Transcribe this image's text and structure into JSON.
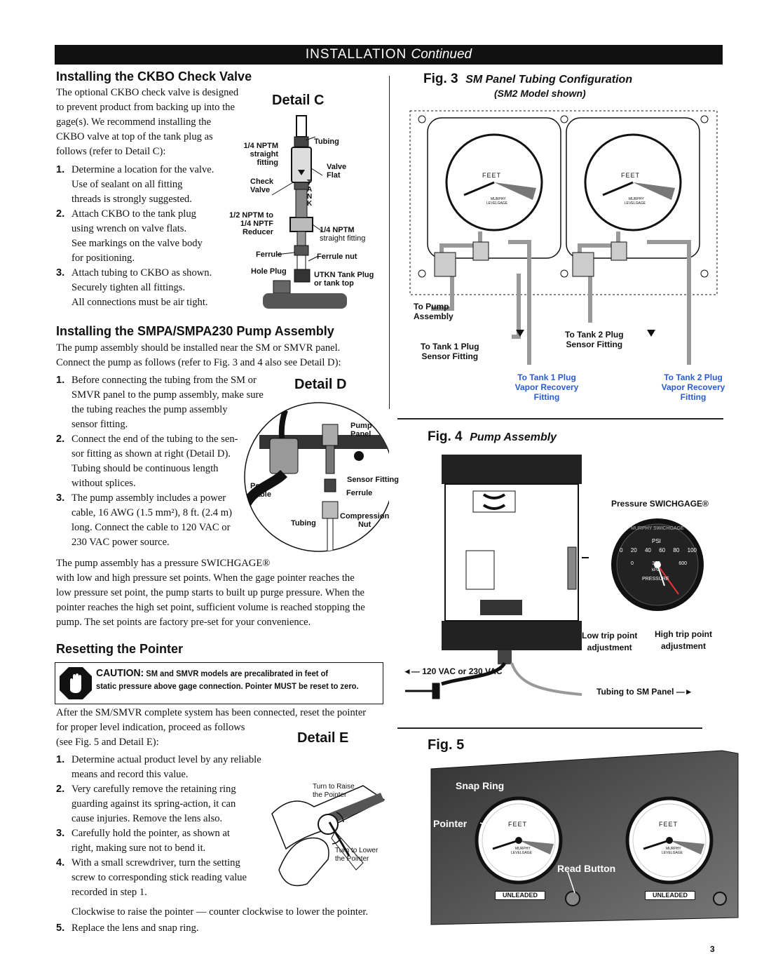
{
  "banner": {
    "main": "INSTALLATION",
    "cont": "Continued"
  },
  "ckbo": {
    "heading": "Installing the CKBO Check Valve",
    "intro": [
      "The optional CKBO check valve is designed",
      "to prevent product from backing up into the",
      "gage(s). We recommend installing the",
      "CKBO valve at top of the tank plug as",
      "follows (refer to Detail C):"
    ],
    "steps": [
      [
        "Determine a location for the valve.",
        "Use of sealant on all fitting",
        "threads is strongly suggested."
      ],
      [
        "Attach CKBO to the tank plug",
        "using wrench on valve flats.",
        "See markings on the valve body",
        "for positioning."
      ],
      [
        "Attach tubing to CKBO as shown.",
        "Securely tighten all fittings.",
        "All connections must be air tight."
      ]
    ]
  },
  "detail_c": {
    "title": "Detail C",
    "labels": {
      "tubing": "Tubing",
      "nptm": "1/4 NPTM",
      "straight": "straight",
      "fitting": "fitting",
      "valve": "Valve",
      "flat": "Flat",
      "check": "Check",
      "check_valve": "Valve",
      "tank": [
        "T",
        "A",
        "N",
        "K"
      ],
      "half_nptm": "1/2 NPTM to",
      "quarter_nptf": "1/4 NPTF",
      "reducer": "Reducer",
      "nptm2": "1/4 NPTM",
      "straight_fitting": "straight fitting",
      "ferrule": "Ferrule",
      "ferrule_nut": "Ferrule nut",
      "hole_plug": "Hole Plug",
      "utkn": "UTKN Tank Plug",
      "or_tank_top": "or tank top"
    }
  },
  "smpa": {
    "heading": "Installing the SMPA/SMPA230 Pump Assembly",
    "intro": [
      "The pump assembly should be installed near the SM or SMVR panel.",
      "Connect the pump as follows (refer to Fig. 3 and 4 also see Detail D):"
    ],
    "steps": [
      [
        "Before connecting the tubing from the SM or",
        "SMVR panel to the pump assembly, make sure",
        "the tubing reaches the pump assembly",
        "sensor fitting."
      ],
      [
        "Connect the end of the tubing to the sen-",
        "sor fitting as shown at right (Detail D).",
        "Tubing should be continuous length",
        "without splices."
      ],
      [
        "The pump assembly includes a power",
        "cable, 16 AWG (1.5 mm²), 8 ft. (2.4 m)",
        "long. Connect the cable to 120 VAC or",
        "230 VAC power source."
      ]
    ],
    "after": [
      "The pump assembly has a pressure SWICHGAGE®",
      "with low and high pressure set points. When the gage pointer reaches the",
      "low pressure set point, the pump starts to built up purge pressure. When the",
      "pointer reaches the high set point, sufficient volume is reached stopping the",
      "pump. The set points are factory pre-set for your convenience."
    ]
  },
  "detail_d": {
    "title": "Detail D",
    "labels": {
      "pump": "Pump",
      "panel": "Panel",
      "sensor_fitting": "Sensor Fitting",
      "power": "Power",
      "cable": "Cable",
      "ferrule": "Ferrule",
      "compression": "Compression",
      "nut": "Nut",
      "tubing": "Tubing"
    }
  },
  "reset": {
    "heading": "Resetting the Pointer",
    "caution_word": "CAUTION:",
    "caution_line1": "SM and SMVR models are precalibrated in feet of",
    "caution_line2": "static pressure above gage connection. Pointer MUST be reset to zero.",
    "intro": [
      "After the SM/SMVR complete system has been connected, reset the pointer",
      "for proper level indication, proceed as follows",
      "(see Fig. 5 and Detail E):"
    ],
    "steps": [
      [
        "Determine actual product level by any reliable",
        "means and record this value."
      ],
      [
        "Very carefully remove the retaining ring",
        "guarding against its spring-action, it can",
        "cause injuries. Remove the lens also."
      ],
      [
        "Carefully hold the pointer, as shown at",
        "right, making sure not to bend it."
      ],
      [
        "With a small screwdriver, turn the setting",
        "screw to corresponding stick reading value",
        "recorded in step 1."
      ]
    ],
    "clockwise": "Clockwise to raise the pointer — counter clockwise to lower the pointer.",
    "step5": "Replace the lens and snap ring."
  },
  "detail_e": {
    "title": "Detail E",
    "raise": [
      "Turn to Raise",
      "the Pointer"
    ],
    "lower": [
      "Turn to Lower",
      "the Pointer"
    ]
  },
  "fig3": {
    "label": "Fig. 3",
    "title": "SM Panel Tubing Configuration",
    "subtitle": "(SM2 Model shown)",
    "gauge_word": "FEET",
    "gauge_brand": "MURPHY",
    "gauge_model": "LEVELGAGE",
    "to_pump": [
      "To Pump",
      "Assembly"
    ],
    "tank1_sensor": [
      "To Tank 1 Plug",
      "Sensor Fitting"
    ],
    "tank2_sensor": [
      "To Tank 2 Plug",
      "Sensor Fitting"
    ],
    "tank1_vapor": [
      "To Tank 1 Plug",
      "Vapor Recovery",
      "Fitting"
    ],
    "tank2_vapor": [
      "To Tank 2 Plug",
      "Vapor Recovery",
      "Fitting"
    ]
  },
  "fig4": {
    "label": "Fig. 4",
    "title": "Pump Assembly",
    "pressure_switchgage": "Pressure SWICHGAGE®",
    "gage_brand": "MURPHY SWICHGAGE",
    "psi": "PSI",
    "kpa": "kPa",
    "pressure": "PRESSURE",
    "ticks": [
      "0",
      "20",
      "40",
      "60",
      "80",
      "100"
    ],
    "kpa_ticks": [
      "0",
      "300",
      "600"
    ],
    "low_trip": [
      "Low trip point",
      "adjustment"
    ],
    "high_trip": [
      "High trip point",
      "adjustment"
    ],
    "vac": "120 VAC or 230 VAC",
    "tubing_to_sm": "Tubing to SM Panel"
  },
  "fig5": {
    "label": "Fig. 5",
    "snap_ring": "Snap Ring",
    "pointer": "Pointer",
    "read_button": "Read Button",
    "gauge_word": "FEET",
    "gauge_brand": "MURPHY",
    "gauge_model": "LEVELGAGE",
    "unleaded": "UNLEADED"
  },
  "page_number": "3"
}
